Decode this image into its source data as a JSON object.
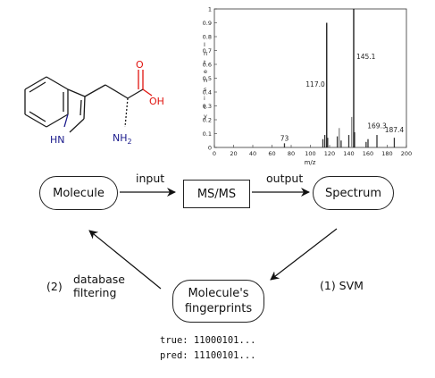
{
  "molecule_structure": {
    "labels": {
      "hn": "HN",
      "nh2": "NH",
      "nh2_sub": "2",
      "o": "O",
      "oh": "OH"
    },
    "colors": {
      "bond": "#1a1a1a",
      "nitrogen": "#1a1a8c",
      "oxygen": "#e0140f"
    }
  },
  "spectrum_chart": {
    "chart_data": {
      "type": "bar",
      "xlabel": "m/z",
      "ylabel": "I n t e n s i t y",
      "xlim": [
        0,
        200
      ],
      "ylim": [
        0,
        1
      ],
      "x_ticks": [
        "0",
        "20",
        "40",
        "60",
        "80",
        "100",
        "120",
        "140",
        "160",
        "180",
        "200"
      ],
      "y_ticks": [
        "0",
        "0.1",
        "0.2",
        "0.3",
        "0.4",
        "0.5",
        "0.6",
        "0.7",
        "0.8",
        "0.9",
        "1"
      ],
      "peaks": [
        {
          "mz": 73,
          "intensity": 0.03
        },
        {
          "mz": 113,
          "intensity": 0.06
        },
        {
          "mz": 115,
          "intensity": 0.09
        },
        {
          "mz": 117.0,
          "intensity": 0.9
        },
        {
          "mz": 118,
          "intensity": 0.07
        },
        {
          "mz": 128,
          "intensity": 0.08
        },
        {
          "mz": 130,
          "intensity": 0.14
        },
        {
          "mz": 132,
          "intensity": 0.05
        },
        {
          "mz": 140,
          "intensity": 0.09
        },
        {
          "mz": 143,
          "intensity": 0.22
        },
        {
          "mz": 145.1,
          "intensity": 1.0
        },
        {
          "mz": 146,
          "intensity": 0.11
        },
        {
          "mz": 158,
          "intensity": 0.04
        },
        {
          "mz": 160,
          "intensity": 0.06
        },
        {
          "mz": 169.3,
          "intensity": 0.09
        },
        {
          "mz": 187.4,
          "intensity": 0.07
        }
      ],
      "annotations": [
        {
          "mz": 73,
          "intensity": 0.03,
          "text": "73"
        },
        {
          "mz": 117.0,
          "intensity": 0.42,
          "text": "117.0"
        },
        {
          "mz": 145.1,
          "intensity": 0.62,
          "text": "145.1"
        },
        {
          "mz": 169.3,
          "intensity": 0.12,
          "text": "169.3"
        },
        {
          "mz": 187.4,
          "intensity": 0.09,
          "text": "187.4"
        }
      ],
      "grid": false
    }
  },
  "flow": {
    "molecule": "Molecule",
    "msms": "MS/MS",
    "spectrum": "Spectrum",
    "fingerprints_line1": "Molecule's",
    "fingerprints_line2": "fingerprints",
    "input": "input",
    "output": "output",
    "svm": "(1) SVM",
    "db_num": "(2)",
    "db_line1": "database",
    "db_line2": "filtering"
  },
  "fingerprints": {
    "true_line": "true: 11000101...",
    "pred_line": "pred: 11100101..."
  }
}
